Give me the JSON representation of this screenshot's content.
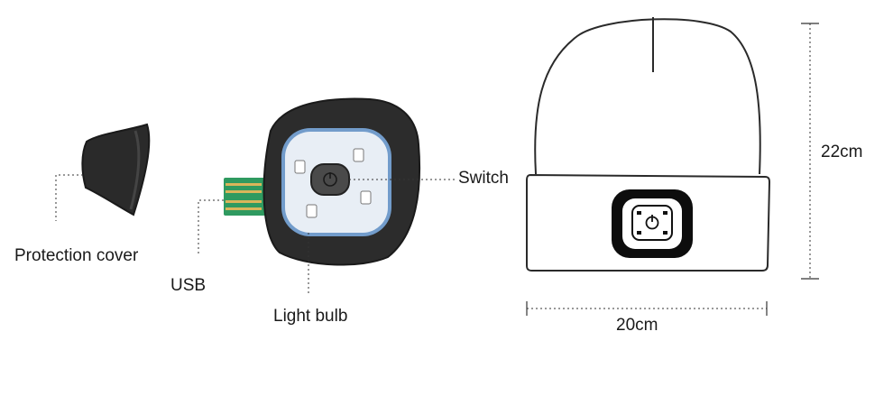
{
  "labels": {
    "protection_cover": "Protection cover",
    "usb": "USB",
    "light_bulb": "Light bulb",
    "switch": "Switch",
    "height": "22cm",
    "width": "20cm"
  },
  "colors": {
    "outline": "#2a2a2a",
    "module_body": "#2c2c2c",
    "led_panel": "#e8eef5",
    "led_glow": "#7fb0e8",
    "pcb": "#3aa86b",
    "pcb_gold": "#d9b55a"
  },
  "icons": [
    "protection-cover-icon",
    "led-module-icon",
    "usb-connector-icon",
    "beanie-icon",
    "power-button-icon"
  ]
}
